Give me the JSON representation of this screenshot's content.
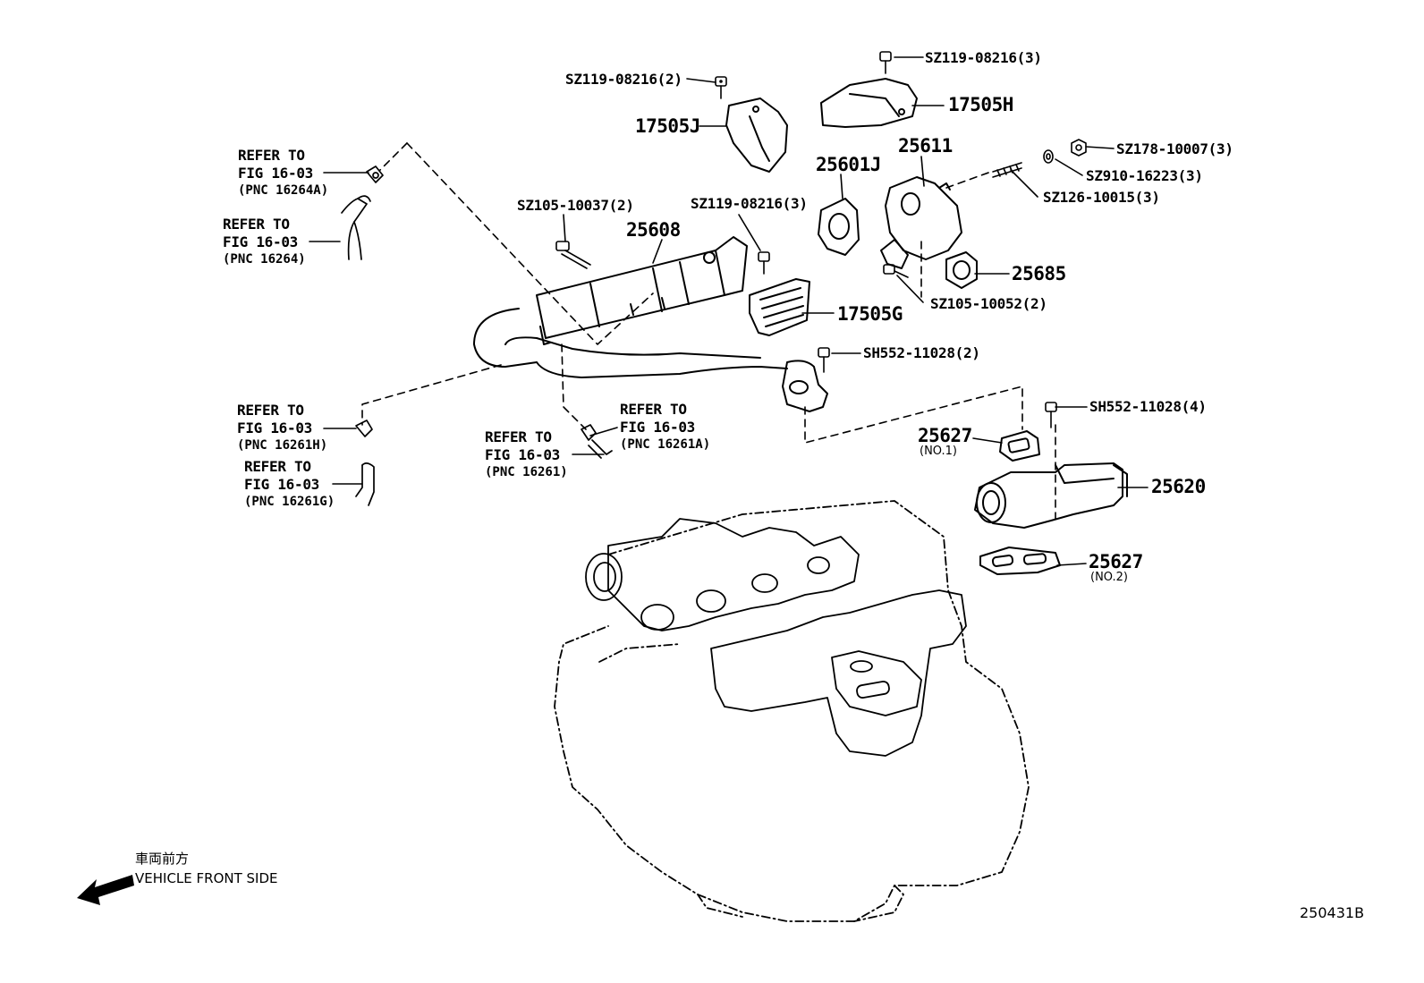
{
  "parts": {
    "p17505J": "17505J",
    "p17505H": "17505H",
    "p25611": "25611",
    "p25601J": "25601J",
    "p25608": "25608",
    "p25685": "25685",
    "p17505G": "17505G",
    "p25627a": "25627",
    "p25627a_sub": "(NO.1)",
    "p25620": "25620",
    "p25627b": "25627",
    "p25627b_sub": "(NO.2)"
  },
  "bolts": {
    "b1": "SZ119-08216(2)",
    "b2": "SZ119-08216(3)",
    "b3": "SZ178-10007(3)",
    "b4": "SZ910-16223(3)",
    "b5": "SZ126-10015(3)",
    "b6": "SZ105-10037(2)",
    "b7": "SZ119-08216(3)",
    "b8": "SZ105-10052(2)",
    "b9": "SH552-11028(2)",
    "b10": "SH552-11028(4)"
  },
  "refs": {
    "r1": {
      "l1": "REFER TO",
      "l2": "FIG 16-03",
      "pnc": "(PNC 16264A)"
    },
    "r2": {
      "l1": "REFER TO",
      "l2": "FIG 16-03",
      "pnc": "(PNC 16264)"
    },
    "r3": {
      "l1": "REFER TO",
      "l2": "FIG 16-03",
      "pnc": "(PNC 16261H)"
    },
    "r4": {
      "l1": "REFER TO",
      "l2": "FIG 16-03",
      "pnc": "(PNC 16261G)"
    },
    "r5": {
      "l1": "REFER TO",
      "l2": "FIG 16-03",
      "pnc": "(PNC 16261)"
    },
    "r6": {
      "l1": "REFER TO",
      "l2": "FIG 16-03",
      "pnc": "(PNC 16261A)"
    }
  },
  "front": {
    "jp": "車両前方",
    "en": "VEHICLE FRONT SIDE",
    "arrow_icon": "left-arrow-icon"
  },
  "figure_code": "250431B"
}
